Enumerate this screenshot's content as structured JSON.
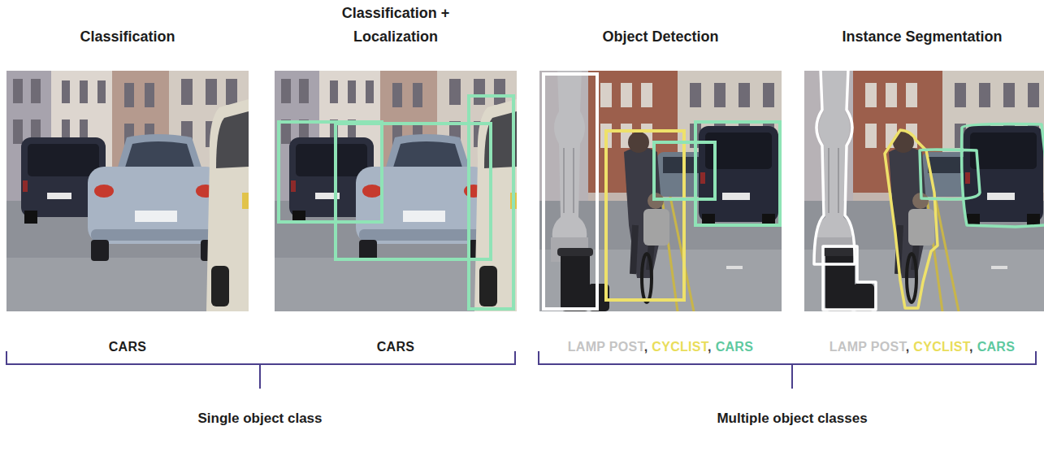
{
  "diagram": {
    "nodes": [
      {
        "text": [
          "Classification",
          "CARS"
        ]
      },
      {
        "text": [
          "Classification + Localization",
          "CARS"
        ]
      },
      {
        "text": [
          "Object Detection",
          "LAMP POST",
          ",",
          "CYCLIST",
          ",",
          "CARS"
        ]
      },
      {
        "text": [
          "Instance Segmentation",
          "LAMP POST",
          ",",
          "CYCLIST",
          ",",
          "CARS"
        ]
      }
    ],
    "labels": [
      "Single object class",
      "Multiple object classes"
    ]
  }
}
